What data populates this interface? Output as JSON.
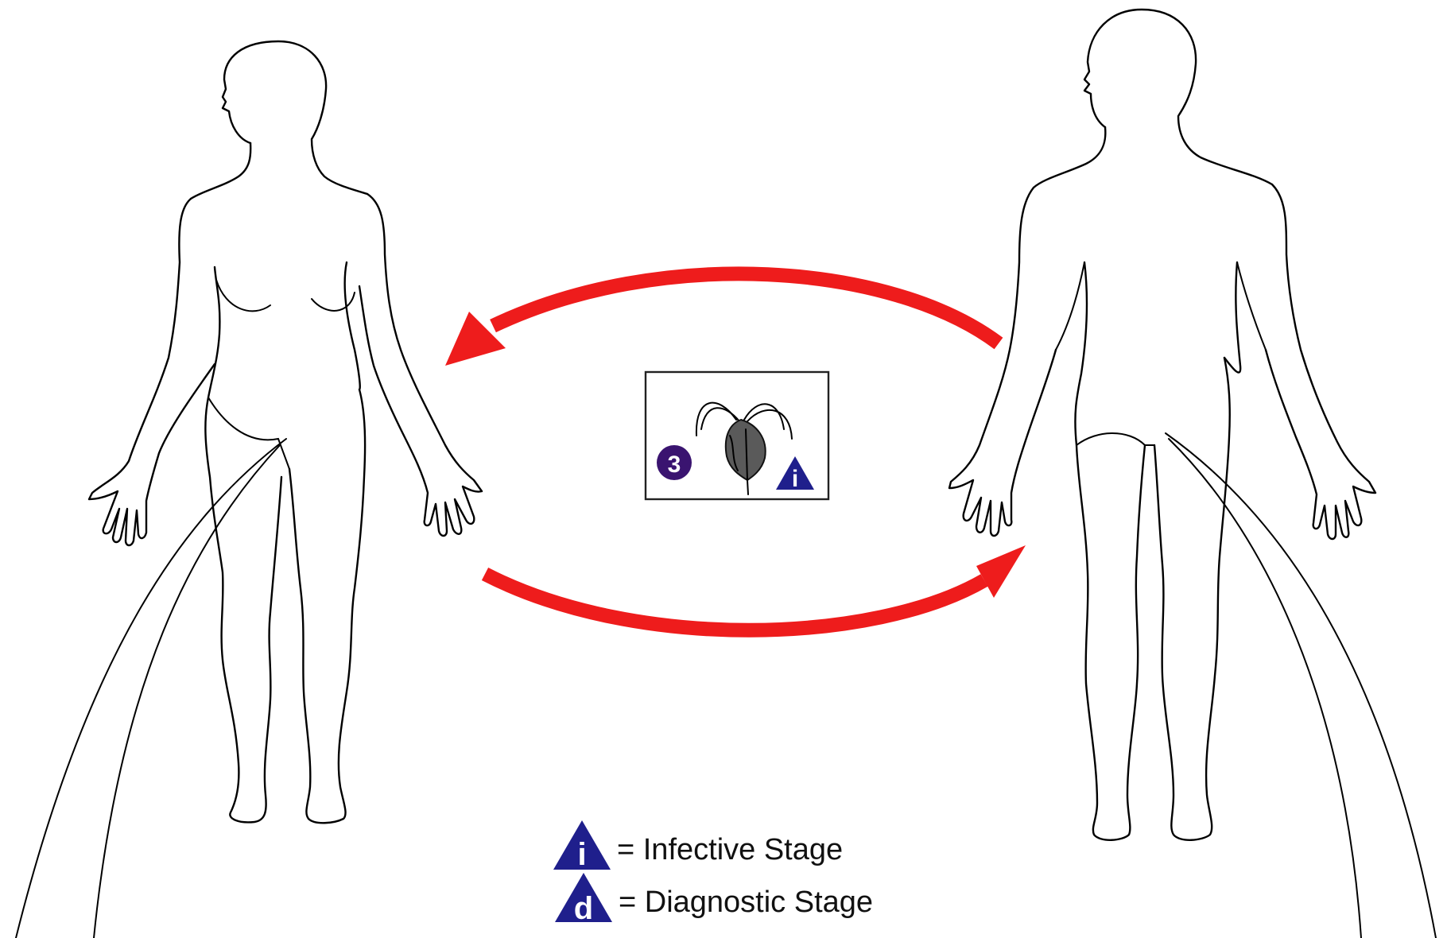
{
  "stage_box": {
    "step_number": "3",
    "stage_symbol": "i"
  },
  "legend": [
    {
      "symbol": "i",
      "text": "= Infective Stage"
    },
    {
      "symbol": "d",
      "text": "= Diagnostic Stage"
    }
  ],
  "colors": {
    "arrow": "#ee1c1c",
    "stage_triangle": "#1f1f8c",
    "step_circle": "#3a1470",
    "outline": "#000000"
  }
}
